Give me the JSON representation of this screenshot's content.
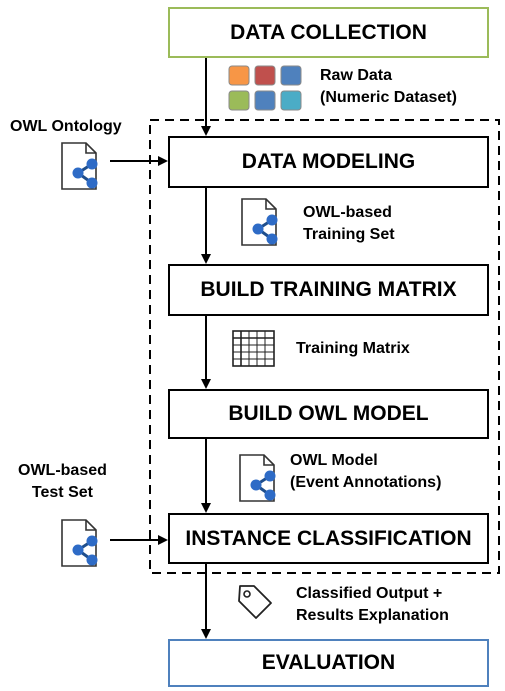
{
  "steps": {
    "data_collection": "DATA COLLECTION",
    "data_modeling": "DATA MODELING",
    "build_training_matrix": "BUILD TRAINING MATRIX",
    "build_owl_model": "BUILD OWL MODEL",
    "instance_classification": "INSTANCE CLASSIFICATION",
    "evaluation": "EVALUATION"
  },
  "labels": {
    "raw_data": [
      "Raw Data",
      "(Numeric Dataset)"
    ],
    "owl_ontology": "OWL Ontology",
    "owl_training_set": [
      "OWL-based",
      "Training Set"
    ],
    "training_matrix": "Training Matrix",
    "owl_model": [
      "OWL Model",
      "(Event Annotations)"
    ],
    "owl_test_set": [
      "OWL-based",
      "Test Set"
    ],
    "classified_output": [
      "Classified Output +",
      "Results Explanation"
    ]
  },
  "colors": {
    "collection_border": "#9bbb59",
    "evaluation_border": "#4f81bd",
    "raw_data_squares": [
      "#f79646",
      "#c0504d",
      "#4f81bd",
      "#9bbb59",
      "#4f81bd",
      "#4bacc6"
    ]
  },
  "icons": [
    "document-network-icon",
    "spreadsheet-grid-icon",
    "tag-icon",
    "data-squares-icon"
  ]
}
